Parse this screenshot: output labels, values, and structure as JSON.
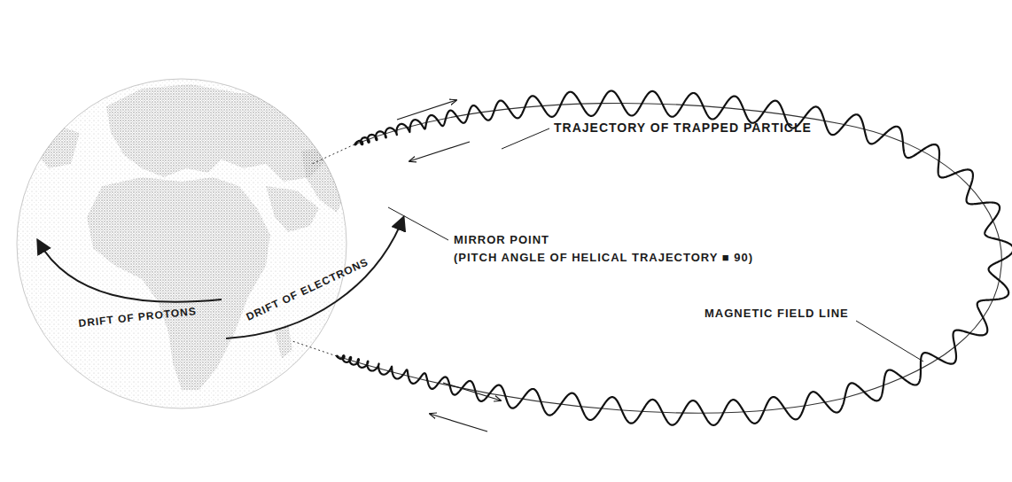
{
  "diagram": {
    "labels": [
      "TRAJECTORY OF TRAPPED PARTICLE",
      "MIRROR POINT",
      "(PITCH ANGLE OF HELICAL TRAJECTORY ■ 90)",
      "DRIFT OF PROTONS",
      "DRIFT OF ELECTRONS",
      "MAGNETIC FIELD LINE"
    ]
  }
}
